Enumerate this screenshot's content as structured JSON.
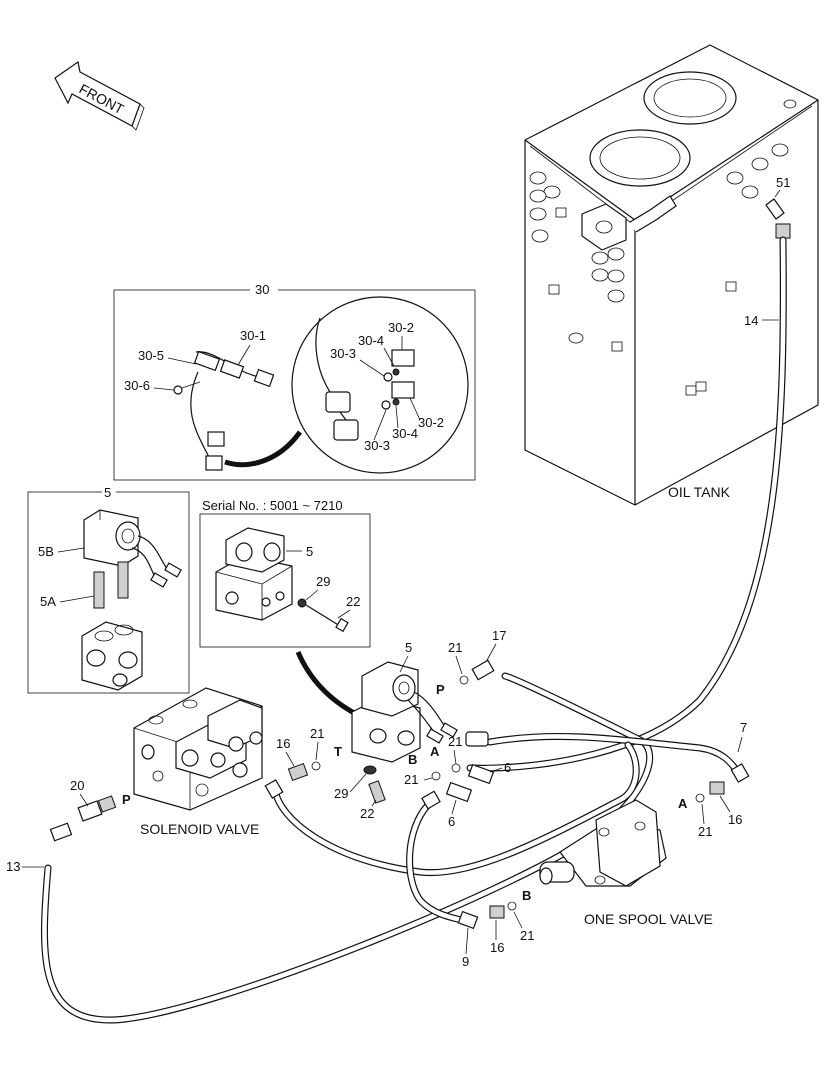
{
  "direction_arrow": {
    "label": "FRONT"
  },
  "components": {
    "oil_tank": "OIL TANK",
    "solenoid_valve": "SOLENOID VALVE",
    "one_spool_valve": "ONE SPOOL VALVE"
  },
  "inset_serial": {
    "label": "Serial No. : 5001 ~ 7210"
  },
  "ports": {
    "P": "P",
    "T": "T",
    "A": "A",
    "B": "B"
  },
  "callouts": {
    "c51": "51",
    "c14": "14",
    "c30": "30",
    "c30_1": "30-1",
    "c30_2": "30-2",
    "c30_3": "30-3",
    "c30_4": "30-4",
    "c30_5": "30-5",
    "c30_6": "30-6",
    "c5": "5",
    "c5A": "5A",
    "c5B": "5B",
    "c29": "29",
    "c22": "22",
    "c21": "21",
    "c17": "17",
    "c7": "7",
    "c16": "16",
    "c6": "6",
    "c20": "20",
    "c13": "13",
    "c9": "9"
  }
}
